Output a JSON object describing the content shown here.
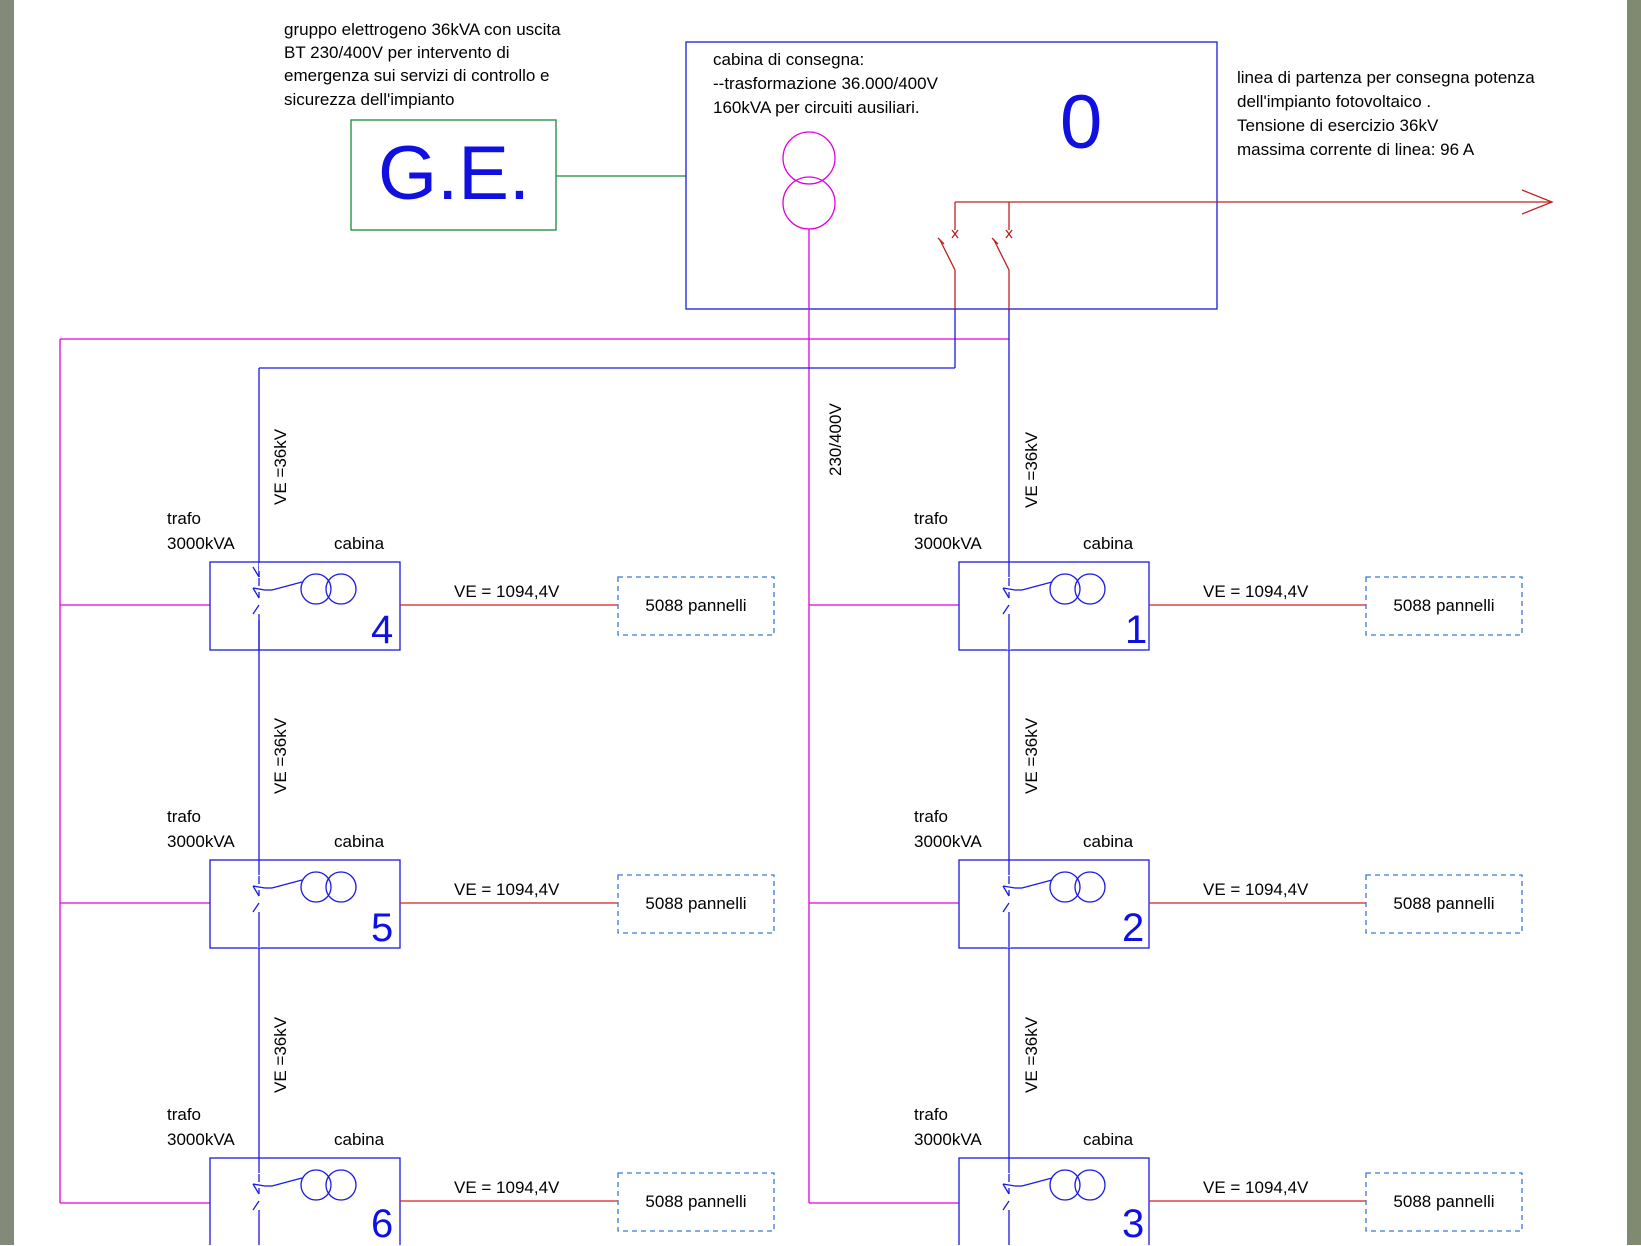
{
  "generator": {
    "caption": [
      "gruppo elettrogeno 36kVA  con uscita",
      "BT 230/400V per intervento di",
      "emergenza sui servizi di controllo e",
      "sicurezza dell'impianto"
    ],
    "label": "G.E."
  },
  "delivery_cabin": {
    "caption": [
      "cabina di consegna:",
      "--trasformazione 36.000/400V",
      "160kVA per circuiti ausiliari."
    ],
    "number": "0"
  },
  "outgoing_line": {
    "caption": [
      "linea di partenza per consegna potenza",
      "dell'impianto fotovoltaico .",
      "Tensione di esercizio 36kV",
      "massima corrente di linea: 96 A"
    ]
  },
  "aux_voltage_label": "230/400V",
  "mv_voltage_label": "VE =36kV",
  "cabins": [
    {
      "number": "4",
      "trafo": "trafo",
      "power": "3000kVA",
      "cabin_label": "cabina",
      "dc_voltage": "VE = 1094,4V",
      "panels": "5088 pannelli"
    },
    {
      "number": "5",
      "trafo": "trafo",
      "power": "3000kVA",
      "cabin_label": "cabina",
      "dc_voltage": "VE = 1094,4V",
      "panels": "5088 pannelli"
    },
    {
      "number": "6",
      "trafo": "trafo",
      "power": "3000kVA",
      "cabin_label": "cabina",
      "dc_voltage": "VE = 1094,4V",
      "panels": "5088 pannelli"
    },
    {
      "number": "1",
      "trafo": "trafo",
      "power": "3000kVA",
      "cabin_label": "cabina",
      "dc_voltage": "VE = 1094,4V",
      "panels": "5088 pannelli"
    },
    {
      "number": "2",
      "trafo": "trafo",
      "power": "3000kVA",
      "cabin_label": "cabina",
      "dc_voltage": "VE = 1094,4V",
      "panels": "5088 pannelli"
    },
    {
      "number": "3",
      "trafo": "trafo",
      "power": "3000kVA",
      "cabin_label": "cabina",
      "dc_voltage": "VE = 1094,4V",
      "panels": "5088 pannelli"
    }
  ],
  "colors": {
    "mv_line": "#1a1ae0",
    "aux_line": "#e000e0",
    "dc_line": "#d42020",
    "generator_line": "#1a8a3a",
    "outgoing_line": "#c02020",
    "panel_box": "#3a7ad0"
  }
}
